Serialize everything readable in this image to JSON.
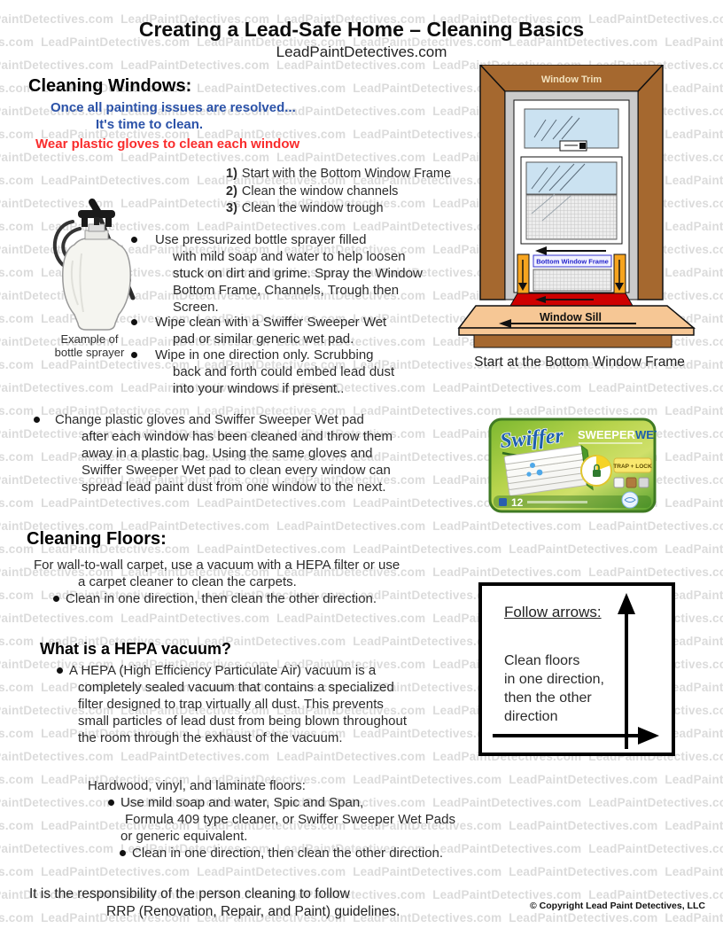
{
  "watermark": {
    "text": "LeadPaintDetectives.com"
  },
  "header": {
    "title": "Creating a Lead-Safe Home – Cleaning Basics",
    "subtitle": "LeadPaintDetectives.com"
  },
  "cleaning_windows": {
    "heading": "Cleaning Windows:",
    "note_blue_1": "Once all painting issues are resolved...",
    "note_blue_2": "It's time to clean.",
    "warning_red": "Wear plastic gloves to clean each window",
    "steps": [
      {
        "num": "1)",
        "text": "Start with the Bottom Window Frame"
      },
      {
        "num": "2)",
        "text": "Clean the window channels"
      },
      {
        "num": "3)",
        "text": "Clean the window trough"
      }
    ],
    "sprayer_caption": "Example of\nbottle sprayer",
    "bullets": [
      "Use pressurized bottle sprayer filled\nwith mild soap and water to help loosen\nstuck on dirt and grime. Spray the Window\nBottom Frame, Channels, Trough then\nScreen.",
      "Wipe clean with a Swiffer Sweeper Wet\npad or similar generic wet pad.",
      "Wipe in one direction only. Scrubbing\nback and forth could embed lead dust\ninto your windows if present.."
    ],
    "gloves_note": "Change plastic gloves and Swiffer Sweeper Wet pad\nafter each window has been cleaned and throw them\naway in a plastic bag. Using the same gloves and\nSwiffer Sweeper Wet pad to clean every window can\nspread lead paint dust from one window to the next."
  },
  "window_diagram": {
    "trim_label": "Window Trim",
    "bottom_frame_label": "Bottom Window Frame",
    "sill_label": "Window Sill",
    "caption": "Start at the Bottom Window Frame"
  },
  "swiffer": {
    "brand": "Swiffer",
    "product_1": "SWEEPER",
    "product_2": "WET",
    "badge": "TRAP + LOCK",
    "count": "12"
  },
  "cleaning_floors": {
    "heading": "Cleaning Floors:",
    "intro_1": "For wall-to-wall carpet, use a vacuum with a HEPA filter or use",
    "intro_2": "a carpet cleaner to clean the carpets.",
    "bullet": "Clean in one direction, then clean the other direction."
  },
  "hepa": {
    "heading": "What is a HEPA vacuum?",
    "bullet": "A HEPA (High Efficiency Particulate Air) vacuum is a\ncompletely sealed vacuum that contains a specialized\nfilter designed to trap virtually all dust. This prevents\nsmall particles of lead dust from being blown throughout\nthe room through the exhaust of the vacuum."
  },
  "arrows_box": {
    "heading": "Follow arrows:",
    "body": "Clean floors\nin one direction,\nthen the other\ndirection"
  },
  "hardwood": {
    "heading": "Hardwood, vinyl, and laminate floors:",
    "bullet_1a": "Use mild soap and water, Spic and Span,",
    "bullet_1b": "Formula 409 type cleaner, or Swiffer Sweeper Wet Pads",
    "bullet_1c": "or generic equivalent.",
    "bullet_2": "Clean in one direction, then clean the other direction."
  },
  "footer": {
    "line_1": "It is the responsibility of the person cleaning to follow",
    "line_2": "RRP (Renovation, Repair, and Paint) guidelines.",
    "copyright": "© Copyright Lead Paint Detectives, LLC"
  },
  "colors": {
    "blue_text": "#2B52A8",
    "red_text": "#F92C2C",
    "trim_brown": "#A5682F",
    "sill_tan": "#F6C795",
    "trough_red": "#CE0000",
    "channel_orange": "#F6A41F",
    "glass_blue": "#CBE2F1",
    "swiffer_green": "#6FB53B",
    "watermark_gray": "#DBDBDB"
  }
}
